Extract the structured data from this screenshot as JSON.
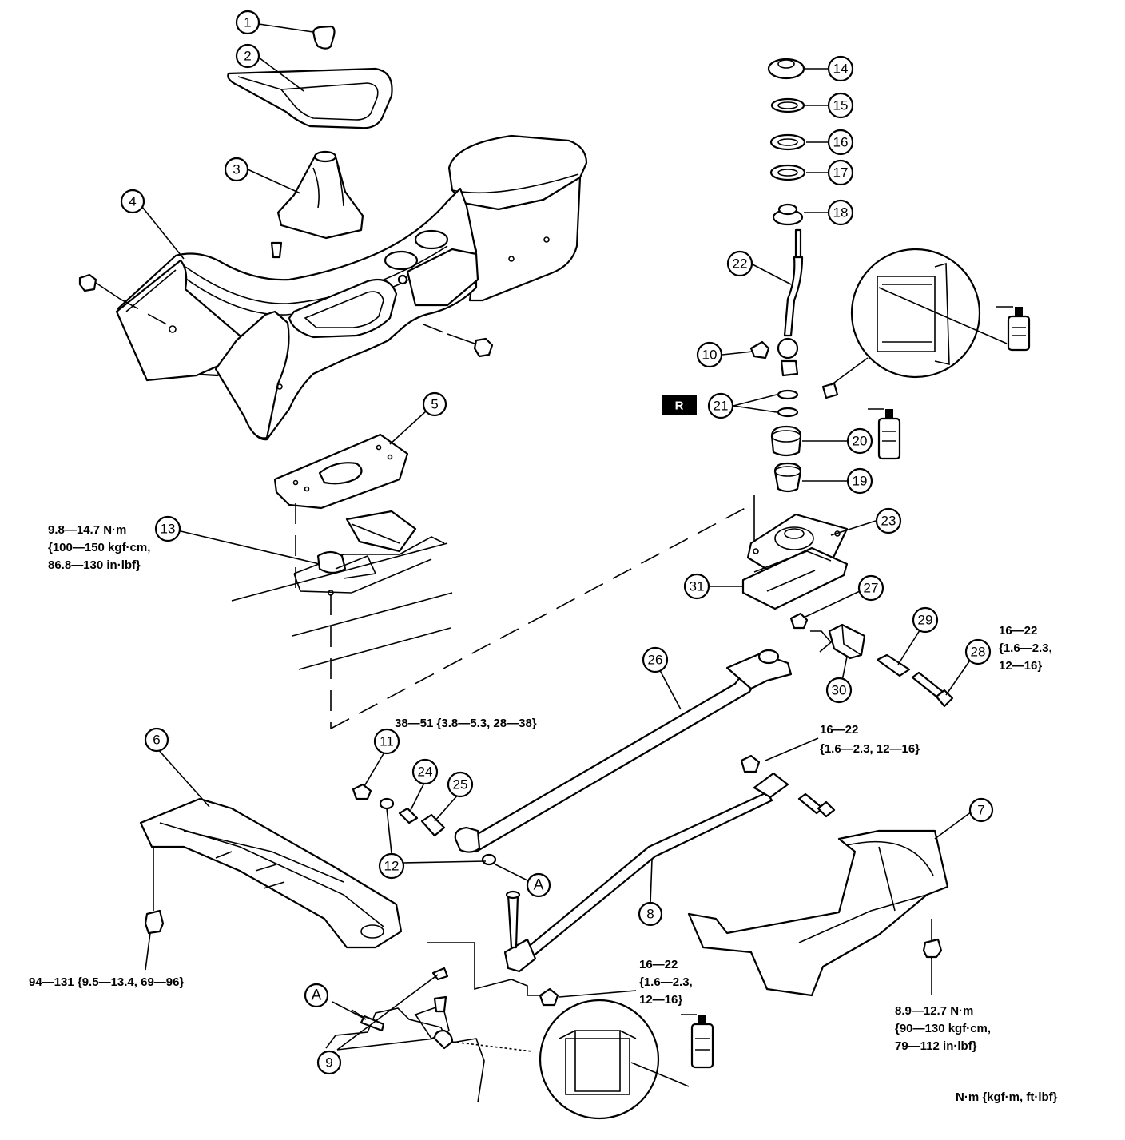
{
  "callouts": [
    {
      "id": "1",
      "label": "1"
    },
    {
      "id": "2",
      "label": "2"
    },
    {
      "id": "3",
      "label": "3"
    },
    {
      "id": "4",
      "label": "4"
    },
    {
      "id": "5",
      "label": "5"
    },
    {
      "id": "6",
      "label": "6"
    },
    {
      "id": "7",
      "label": "7"
    },
    {
      "id": "8",
      "label": "8"
    },
    {
      "id": "9",
      "label": "9"
    },
    {
      "id": "10",
      "label": "10"
    },
    {
      "id": "11",
      "label": "11"
    },
    {
      "id": "12",
      "label": "12"
    },
    {
      "id": "13",
      "label": "13"
    },
    {
      "id": "14",
      "label": "14"
    },
    {
      "id": "15",
      "label": "15"
    },
    {
      "id": "16",
      "label": "16"
    },
    {
      "id": "17",
      "label": "17"
    },
    {
      "id": "18",
      "label": "18"
    },
    {
      "id": "19",
      "label": "19"
    },
    {
      "id": "20",
      "label": "20"
    },
    {
      "id": "21",
      "label": "21"
    },
    {
      "id": "22",
      "label": "22"
    },
    {
      "id": "23",
      "label": "23"
    },
    {
      "id": "24",
      "label": "24"
    },
    {
      "id": "25",
      "label": "25"
    },
    {
      "id": "26",
      "label": "26"
    },
    {
      "id": "27",
      "label": "27"
    },
    {
      "id": "28",
      "label": "28"
    },
    {
      "id": "29",
      "label": "29"
    },
    {
      "id": "30",
      "label": "30"
    },
    {
      "id": "31",
      "label": "31"
    }
  ],
  "reference_marks": {
    "a_top": "A",
    "a_bottom": "A",
    "replace_badge": "R"
  },
  "torque_specs": {
    "plate_13": [
      "9.8—14.7 N·m",
      "{100—150 kgf·cm,",
      "86.8—130 in·lbf}"
    ],
    "bolt_11": "38—51 {3.8—5.3, 28—38}",
    "bolt_28": [
      "16—22",
      "{1.6—2.3,",
      "12—16}"
    ],
    "bolt_8_upper": [
      "16—22",
      "{1.6—2.3, 12—16}"
    ],
    "bolt_8_lower": [
      "16—22",
      "{1.6—2.3,",
      "12—16}"
    ],
    "crossmember_6": "94—131 {9.5—13.4, 69—96}",
    "bracket_7": [
      "8.9—12.7 N·m",
      "{90—130 kgf·cm,",
      "79—112 in·lbf}"
    ]
  },
  "units_legend": "N·m {kgf·m, ft·lbf}",
  "icons": {
    "grease_upper": "grease-can-icon",
    "grease_middle": "grease-can-icon",
    "grease_lower": "grease-can-icon"
  }
}
